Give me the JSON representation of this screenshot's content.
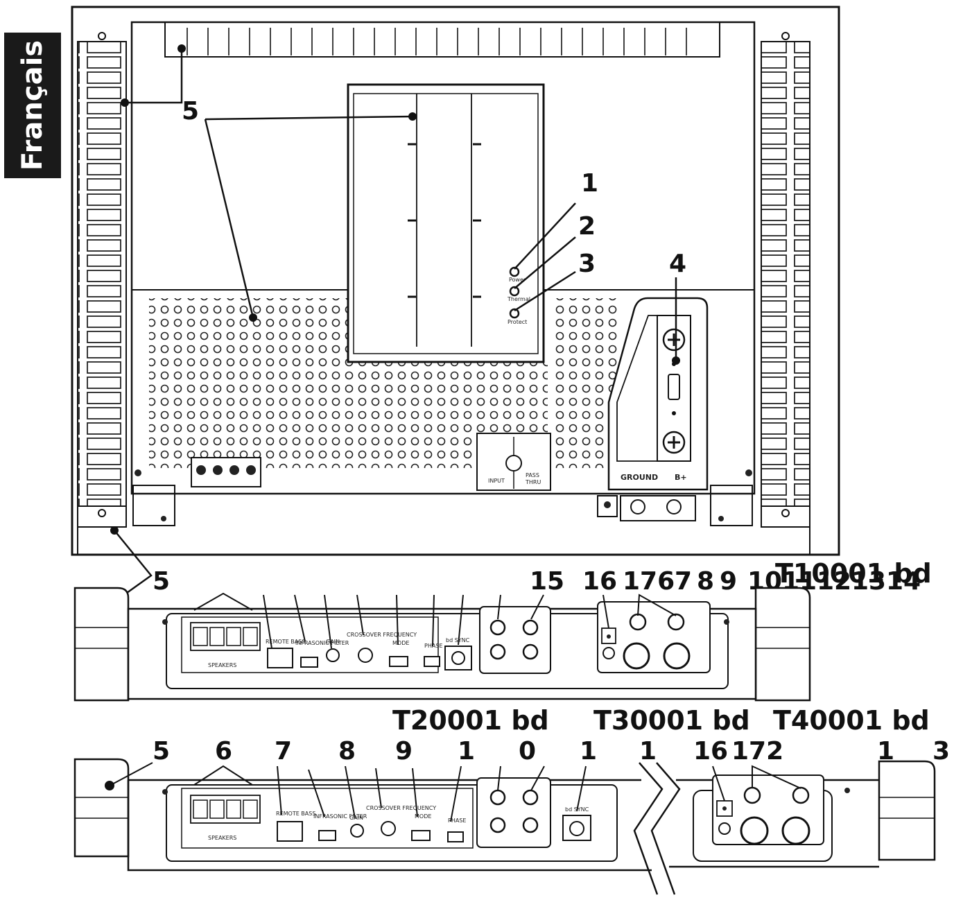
{
  "sidebar": {
    "language": "Français"
  },
  "top_view": {
    "callouts": [
      "5",
      "1",
      "2",
      "3",
      "4",
      "5"
    ],
    "led_labels": [
      "Power",
      "Thermal",
      "Protect"
    ],
    "panel_labels": {
      "input": "INPUT",
      "pass_thru_1": "PASS",
      "pass_thru_2": "THRU",
      "ground": "GROUND",
      "bplus": "B+"
    }
  },
  "middle_view": {
    "callouts": [
      "5",
      "15",
      "16",
      "176",
      "7",
      "8",
      "9",
      "10",
      "11",
      "12",
      "13",
      "14"
    ],
    "model": "T10001 bd"
  },
  "bottom_view": {
    "models": [
      "T20001 bd",
      "T30001 bd",
      "T40001 bd"
    ],
    "callouts": [
      "5",
      "6",
      "7",
      "8",
      "9",
      "1",
      "0",
      "1",
      "1",
      "16",
      "172",
      "1",
      "3"
    ]
  },
  "panel_text": {
    "speakers": "SPEAKERS",
    "remote_bass": "REMOTE BASS",
    "infrasonic_filter": "INFRASONIC FILTER",
    "gain": "GAIN",
    "crossover_frequency": "CROSSOVER FREQUENCY",
    "mode": "MODE",
    "phase": "PHASE",
    "bd_sync": "bd SYNC"
  }
}
